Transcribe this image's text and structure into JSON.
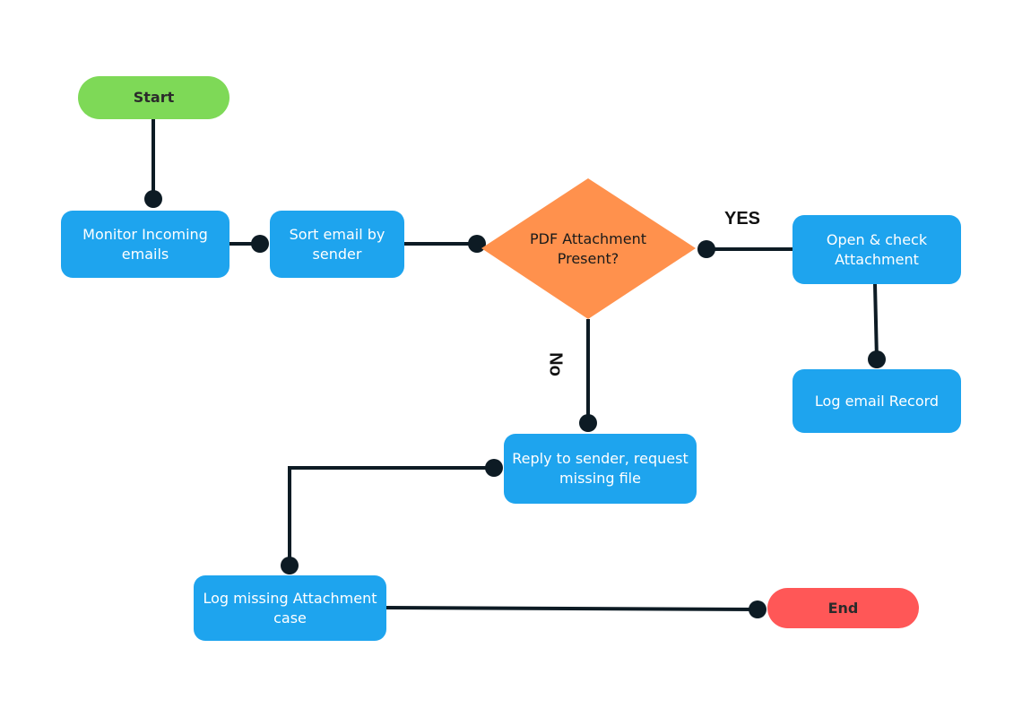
{
  "nodes": {
    "start": "Start",
    "monitor": "Monitor Incoming emails",
    "sort": "Sort email by sender",
    "decision": "PDF Attachment Present?",
    "open_check": "Open & check Attachment",
    "log_record": "Log email Record",
    "reply": "Reply to sender, request missing file",
    "log_missing": "Log missing Attachment case",
    "end": "End"
  },
  "labels": {
    "yes": "YES",
    "no": "No"
  },
  "colors": {
    "start": "#7ed957",
    "process": "#1ea4ee",
    "decision": "#ff914d",
    "end": "#ff5757",
    "connector": "#0d1b24"
  }
}
